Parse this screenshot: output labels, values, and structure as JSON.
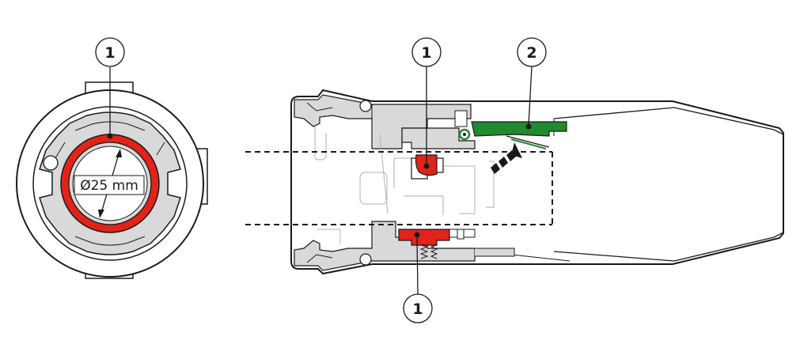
{
  "diagram": {
    "diameter_label": "Ø25 mm",
    "callouts": [
      {
        "label": "1"
      },
      {
        "label": "1"
      },
      {
        "label": "2"
      },
      {
        "label": "1"
      }
    ]
  },
  "colors": {
    "seal_red": "#e2231a",
    "latch_green": "#1f8a2e",
    "outline": "#1a1a1a",
    "housing_fill": "#d9d9d9"
  },
  "icons": [
    "insertion-arrow-icon"
  ]
}
